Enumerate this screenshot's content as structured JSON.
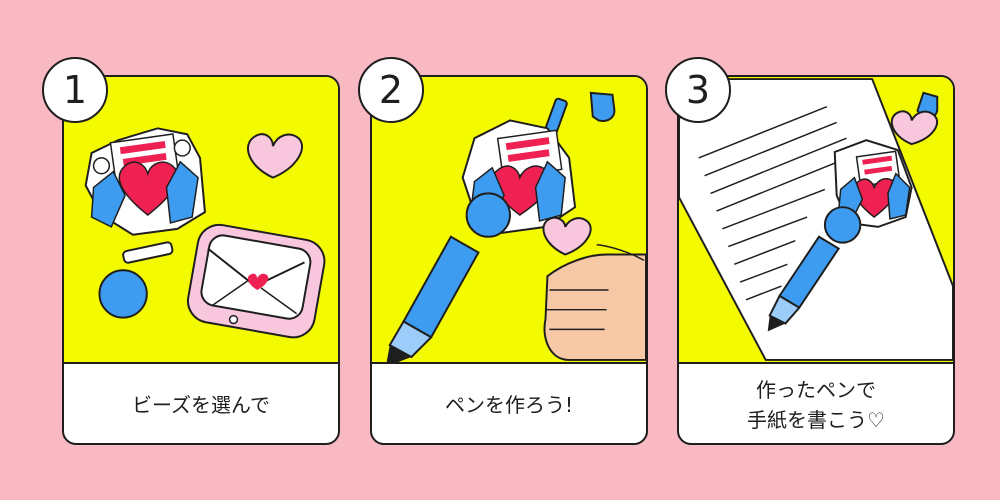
{
  "colors": {
    "background": "#f8b9c2",
    "panel_art": "#f4fb01",
    "outline": "#1e1e1e",
    "blue": "#3d9bf0",
    "pink": "#f8c6dd",
    "red": "#ee2152"
  },
  "steps": [
    {
      "number": "1",
      "caption": "ビーズを選んで"
    },
    {
      "number": "2",
      "caption": "ペンを作ろう!"
    },
    {
      "number": "3",
      "caption": "作ったペンで\n手紙を書こう♡"
    }
  ]
}
